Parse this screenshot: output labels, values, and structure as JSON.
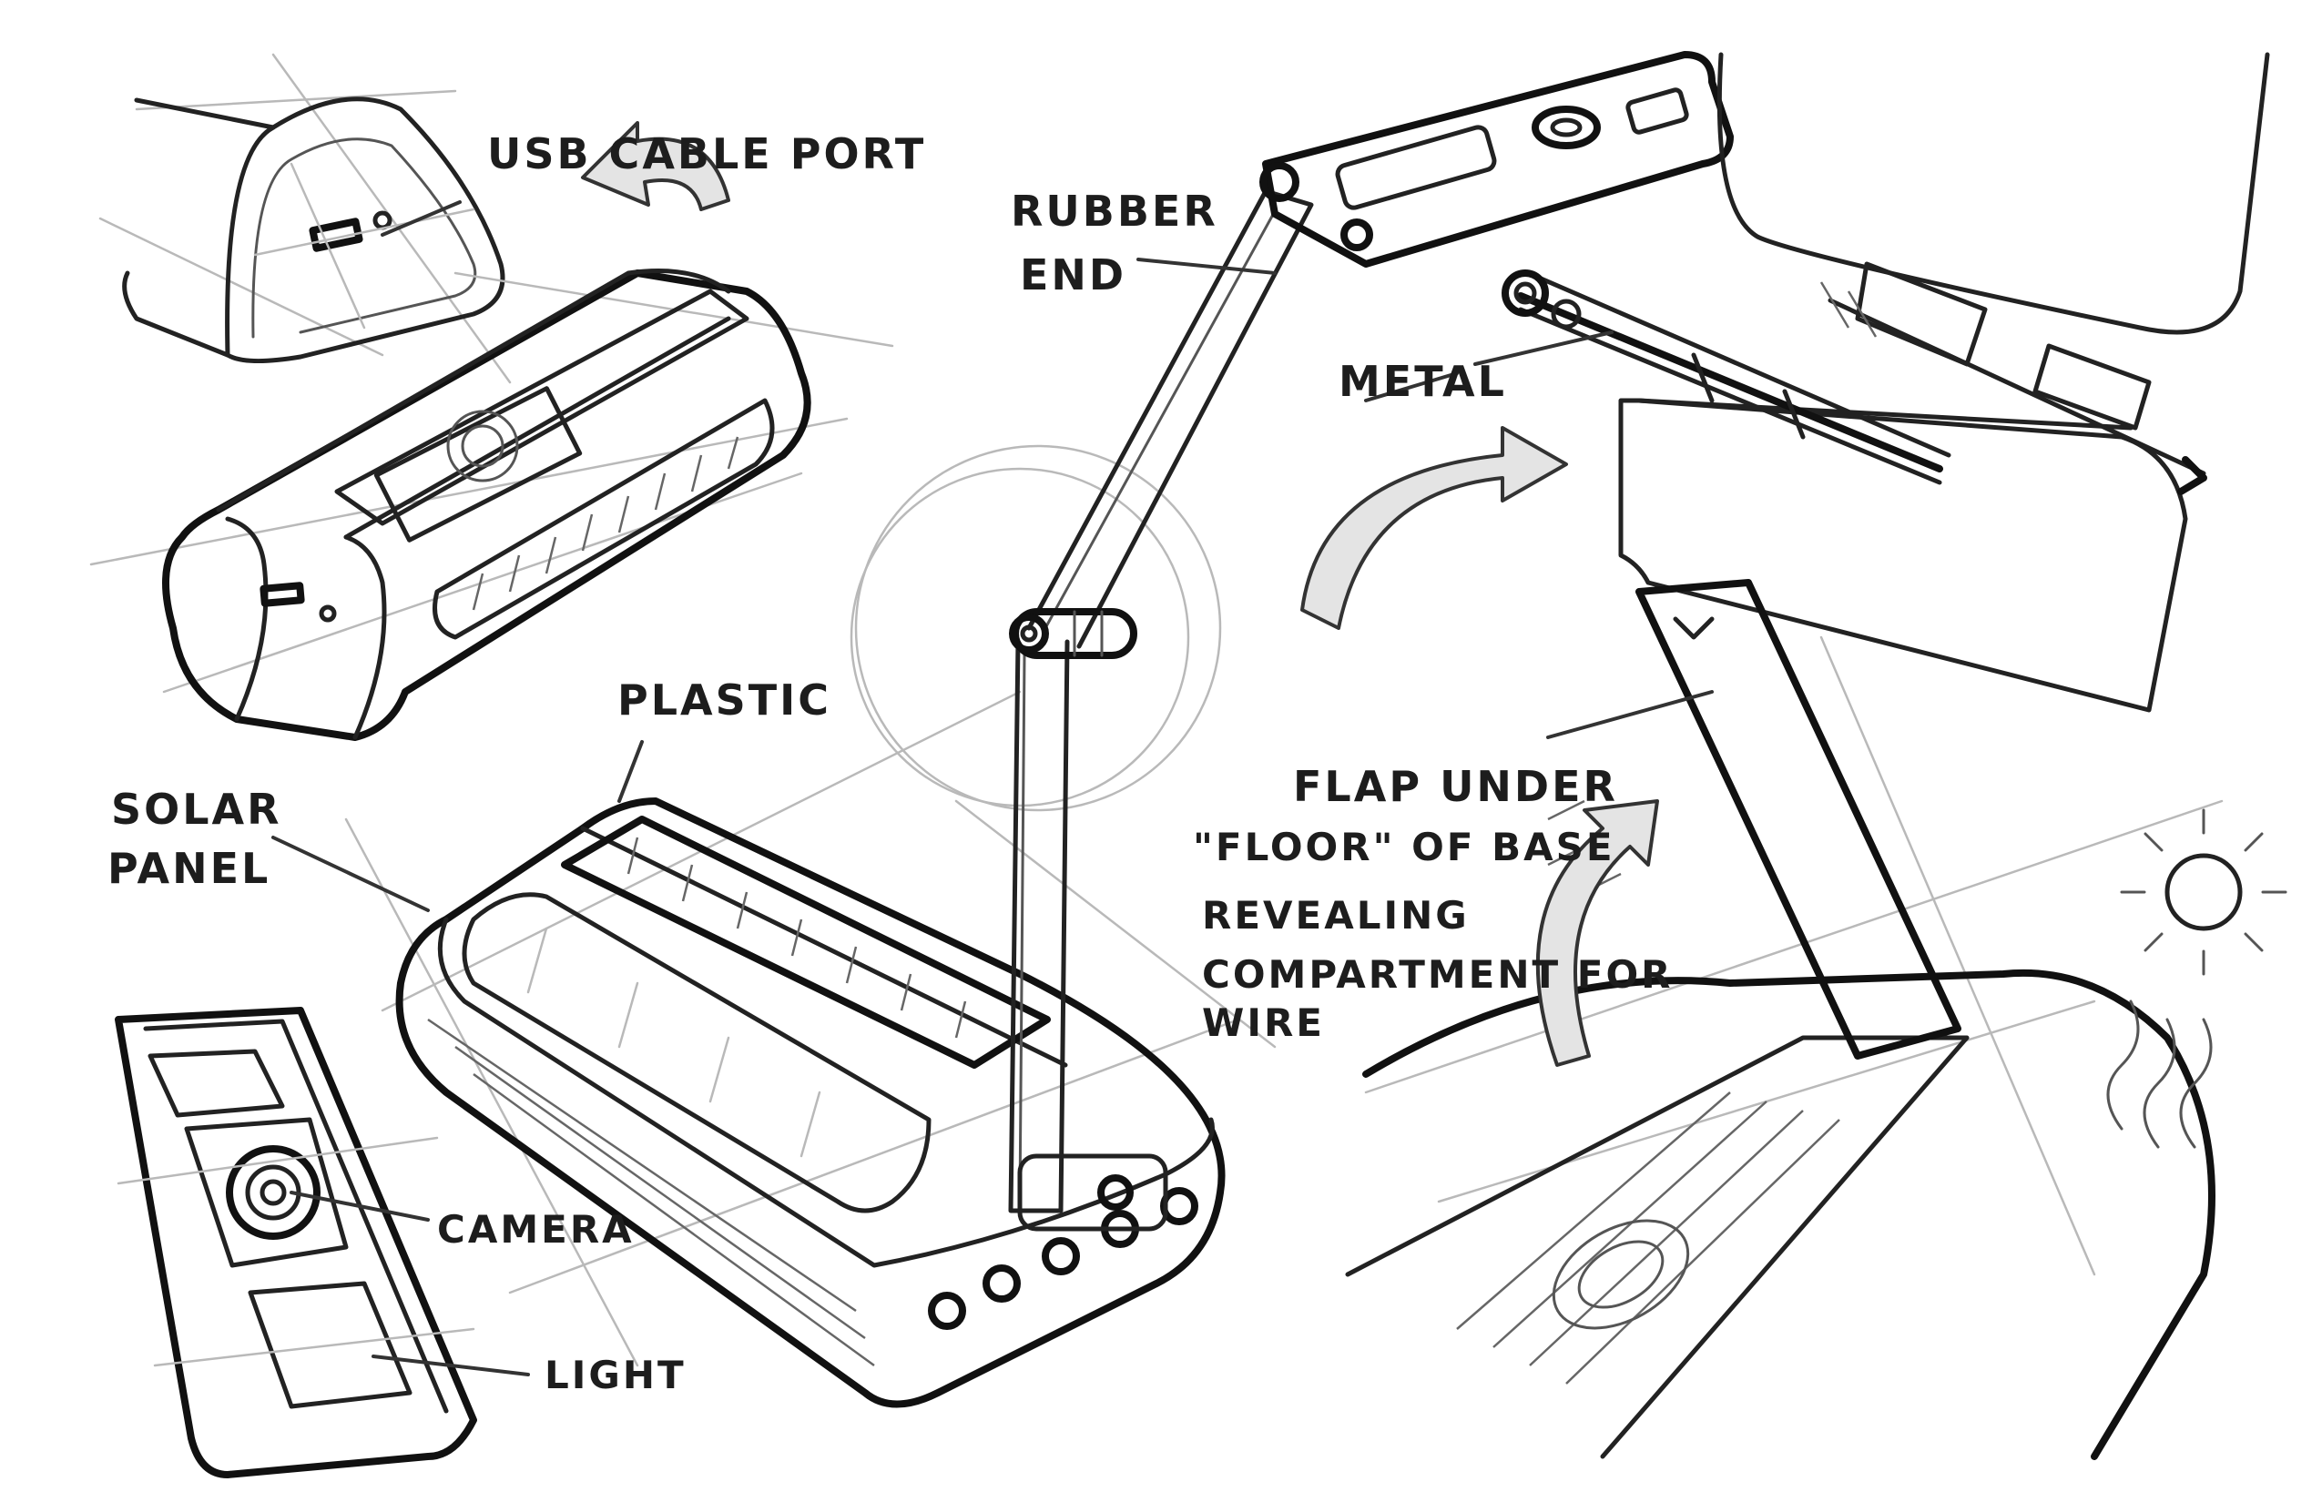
{
  "labels": {
    "usb_cable_port": "USB CABLE PORT",
    "rubber_end_line1": "RUBBER",
    "rubber_end_line2": "END",
    "metal": "METAL",
    "plastic": "PLASTIC",
    "solar_line1": "SOLAR",
    "solar_line2": "PANEL",
    "flap_line1": "FLAP UNDER",
    "flap_line2": "\"FLOOR\" OF BASE",
    "flap_line3": "REVEALING",
    "flap_line4": "COMPARTMENT FOR",
    "flap_line5": "WIRE",
    "camera": "CAMERA",
    "light": "LIGHT"
  },
  "colors": {
    "ink": "#222222",
    "paper": "#ffffff",
    "shade": "#dcdcdc"
  },
  "icons": [
    "sun-icon",
    "rotate-arrow-icon"
  ]
}
